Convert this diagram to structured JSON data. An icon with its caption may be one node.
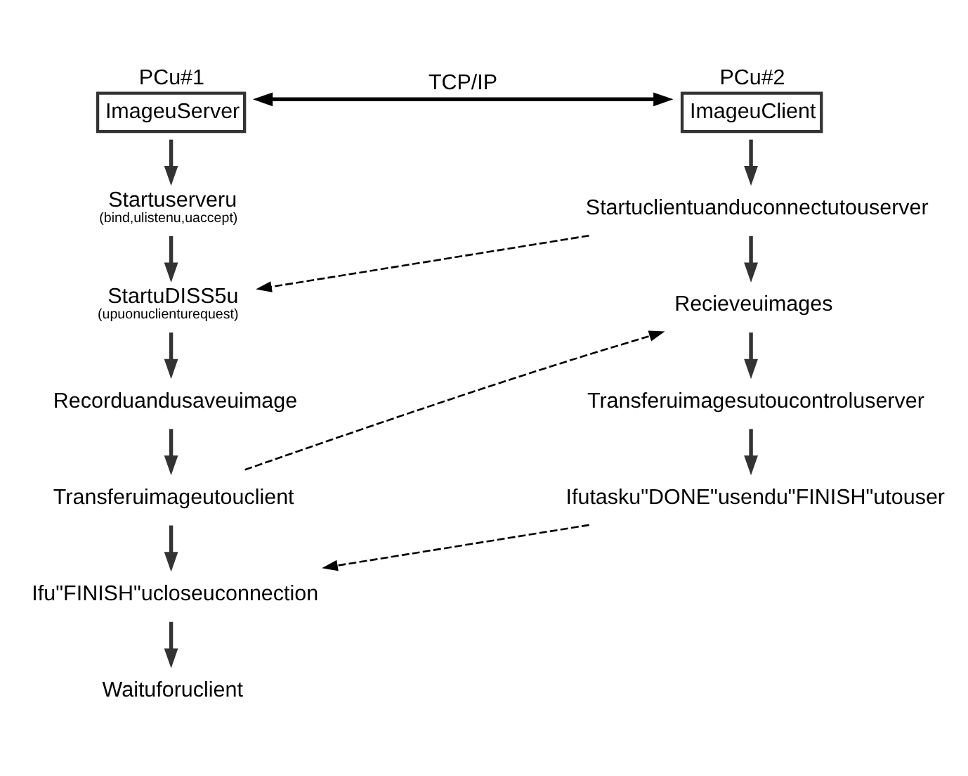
{
  "diagram": {
    "nodes": [
      {
        "text": [
          "ImageuServer"
        ],
        "beside": [
          "PCu#1"
        ]
      },
      {
        "text": [
          "ImageuClient"
        ],
        "beside": [
          "PCu#2"
        ]
      },
      {
        "text": [
          "Startuserveru",
          "(bind,ulistenu,uaccept)"
        ]
      },
      {
        "text": [
          "StartuDISS5u",
          "(upuonuclienturequest)"
        ]
      },
      {
        "text": [
          "Recorduandusaveuimage"
        ]
      },
      {
        "text": [
          "Transferuimageutouclient"
        ]
      },
      {
        "text": [
          "Ifu\"FINISH\"ucloseuconnection"
        ]
      },
      {
        "text": [
          "Waituforuclient"
        ]
      },
      {
        "text": [
          "Startuclientuanduconnectutouserver"
        ]
      },
      {
        "text": [
          "Recieveuimages"
        ]
      },
      {
        "text": [
          "Transferuimagesutoucontroluserver"
        ]
      },
      {
        "text": [
          "Ifutasku\"DONE\"usendu\"FINISH\"utouser"
        ]
      }
    ],
    "edges": [
      {
        "from": 0,
        "to": 1,
        "arrow": "both",
        "label": "TCP/IP",
        "color": "#000000"
      },
      {
        "from": 0,
        "to": 2,
        "arrow": "to"
      },
      {
        "from": 2,
        "to": 3,
        "arrow": "to"
      },
      {
        "from": 3,
        "to": 4,
        "arrow": "to"
      },
      {
        "from": 4,
        "to": 5,
        "arrow": "to"
      },
      {
        "from": 5,
        "to": 6,
        "arrow": "to"
      },
      {
        "from": 6,
        "to": 7,
        "arrow": "to"
      },
      {
        "from": 1,
        "to": 8,
        "arrow": "to"
      },
      {
        "from": 8,
        "to": 9,
        "arrow": "to"
      },
      {
        "from": 9,
        "to": 10,
        "arrow": "to"
      },
      {
        "from": 10,
        "to": 11,
        "arrow": "to"
      },
      {
        "from": 8,
        "to": 3,
        "arrow": "to",
        "style": "dashed",
        "color": "#000000"
      },
      {
        "from": 5,
        "to": 9,
        "arrow": "to",
        "style": "dashed",
        "color": "#000000"
      },
      {
        "from": 11,
        "to": 6,
        "arrow": "to",
        "style": "dashed",
        "color": "#000000"
      }
    ]
  }
}
